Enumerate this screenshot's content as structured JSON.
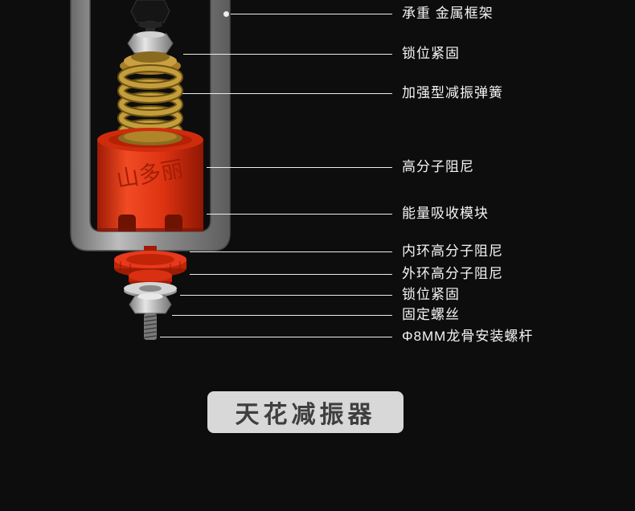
{
  "page": {
    "background_color": "#0d0d0d"
  },
  "callouts": [
    {
      "text": "承重 金属框架"
    },
    {
      "text": "锁位紧固"
    },
    {
      "text": "加强型减振弹簧"
    },
    {
      "text": "高分子阻尼"
    },
    {
      "text": "能量吸收模块"
    },
    {
      "text": "内环高分子阻尼"
    },
    {
      "text": "外环高分子阻尼"
    },
    {
      "text": "锁位紧固"
    },
    {
      "text": "固定螺丝"
    },
    {
      "text": "Φ8MM龙骨安装螺杆"
    }
  ],
  "title_badge": {
    "text": "天花减振器"
  },
  "product": {
    "brand_marking": "山多丽"
  },
  "colors": {
    "damper_red": "#e03414",
    "spring_gold": "#c49d3c",
    "frame_gray": "#9a9a9a",
    "badge_background": "#d8d8d8",
    "label_text": "#f4f4f4"
  }
}
